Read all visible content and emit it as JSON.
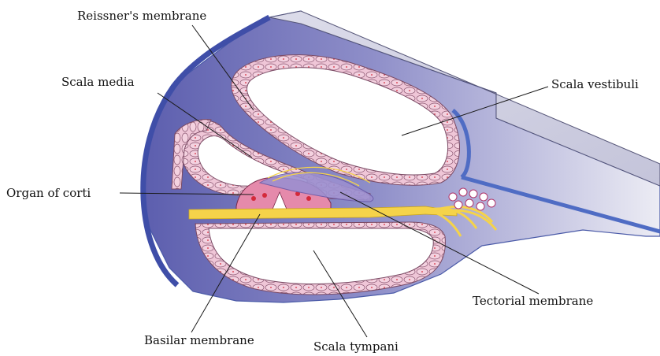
{
  "labels": {
    "reissners_membrane": "Reissner's membrane",
    "scala_media": "Scala media",
    "scala_vestibuli": "Scala vestibuli",
    "organ_of_corti": "Organ of corti",
    "tectorial_membrane": "Tectorial membrane",
    "basilar_membrane": "Basilar membrane",
    "scala_tympani": "Scala tympani"
  },
  "colors": {
    "bone_wall_dark": "#5a5fb0",
    "bone_wall_light": "#c8c8de",
    "bone_top": "#d6d6e6",
    "tissue_fill": "#e9b9cf",
    "tissue_stroke": "#7a4a64",
    "nucleus": "#d42a3a",
    "chamber": "#ffffff",
    "nerve": "#f5d34a",
    "blue_edge": "#4f6cc4"
  }
}
